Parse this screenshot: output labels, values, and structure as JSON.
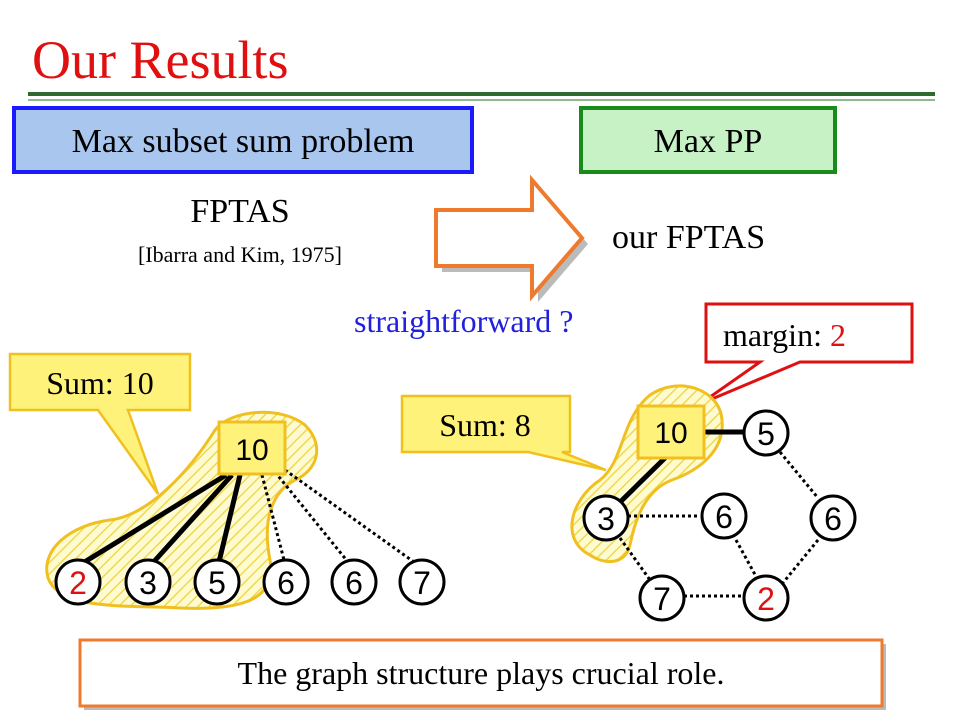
{
  "title": "Our Results",
  "left_box": {
    "label": "Max subset sum problem",
    "border_color": "#1a1aff",
    "fill": "#a9c7ee"
  },
  "right_box": {
    "label": "Max PP",
    "border_color": "#1a8a1a",
    "fill": "#c6f2c6"
  },
  "fptas": {
    "title": "FPTAS",
    "citation": "[Ibarra and Kim, 1975]"
  },
  "arrow_color": "#ee7a2e",
  "our_fptas": "our FPTAS",
  "straightforward": "straightforward ?",
  "callout_margin": {
    "prefix": "margin: ",
    "value": "2"
  },
  "callout_sum_left": "Sum: 10",
  "callout_sum_right": "Sum: 8",
  "left_graph": {
    "root": "10",
    "leaves": [
      "2",
      "3",
      "5",
      "6",
      "6",
      "7"
    ],
    "highlight_leaf_index": 0
  },
  "right_graph": {
    "nodes": {
      "root": "10",
      "top_right": "5",
      "left": "3",
      "middle": "6",
      "right": "6",
      "bottom_left": "7",
      "bottom_right": "2"
    }
  },
  "conclusion": "The graph structure plays crucial role.",
  "colors": {
    "title_red": "#e01010",
    "highlight_yellow": "#fff27a",
    "highlight_border": "#f0c020",
    "red": "#e01010",
    "blue": "#2020dd"
  }
}
